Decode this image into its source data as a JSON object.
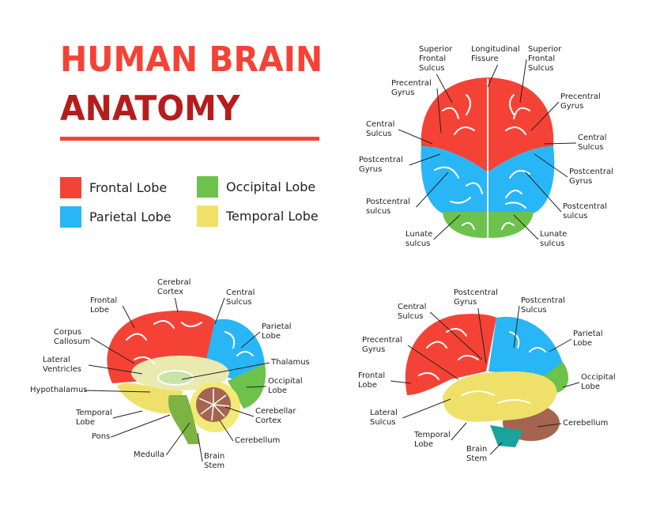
{
  "title": {
    "line1": "HUMAN BRAIN",
    "line2": "ANATOMY"
  },
  "colors": {
    "frontal": "#f44336",
    "parietal": "#29b6f6",
    "occipital": "#6cc24a",
    "temporal": "#efe06a",
    "title_dark": "#b71c1c",
    "cerebellum": "#a5644f",
    "stem": "#1aa39a"
  },
  "legend": [
    {
      "label": "Frontal Lobe",
      "color": "#f44336"
    },
    {
      "label": "Occipital Lobe",
      "color": "#6cc24a"
    },
    {
      "label": "Parietal Lobe",
      "color": "#29b6f6"
    },
    {
      "label": "Temporal Lobe",
      "color": "#efe06a"
    }
  ],
  "top_view": {
    "labels": [
      "Superior\nFrontal\nSulcus",
      "Longitudinal\nFissure",
      "Superior\nFrontal\nSulcus",
      "Precentral\nGyrus",
      "Precentral\nGyrus",
      "Central\nSulcus",
      "Central\nSulcus",
      "Postcentral\nGyrus",
      "Postcentral\nGyrus",
      "Postcentral\nsulcus",
      "Postcentral\nsulcus",
      "Lunate\nsulcus",
      "Lunate\nsulcus"
    ]
  },
  "sagittal_view": {
    "labels": [
      "Cerebral\nCortex",
      "Frontal\nLobe",
      "Central\nSulcus",
      "Parietal\nLobe",
      "Corpus\nCallosum",
      "Thalamus",
      "Lateral\nVentricles",
      "Occipital\nLobe",
      "Hypothalamus",
      "Temporal\nLobe",
      "Cerebellar\nCortex",
      "Pons",
      "Cerebellum",
      "Medulla",
      "Brain\nStem"
    ]
  },
  "lateral_view": {
    "labels": [
      "Postcentral\nGyrus",
      "Central\nSulcus",
      "Postcentral\nSulcus",
      "Parietal\nLobe",
      "Precentral\nGyrus",
      "Frontal\nLobe",
      "Occipital\nLobe",
      "Lateral\nSulcus",
      "Cerebellum",
      "Temporal\nLobe",
      "Brain\nStem"
    ]
  }
}
